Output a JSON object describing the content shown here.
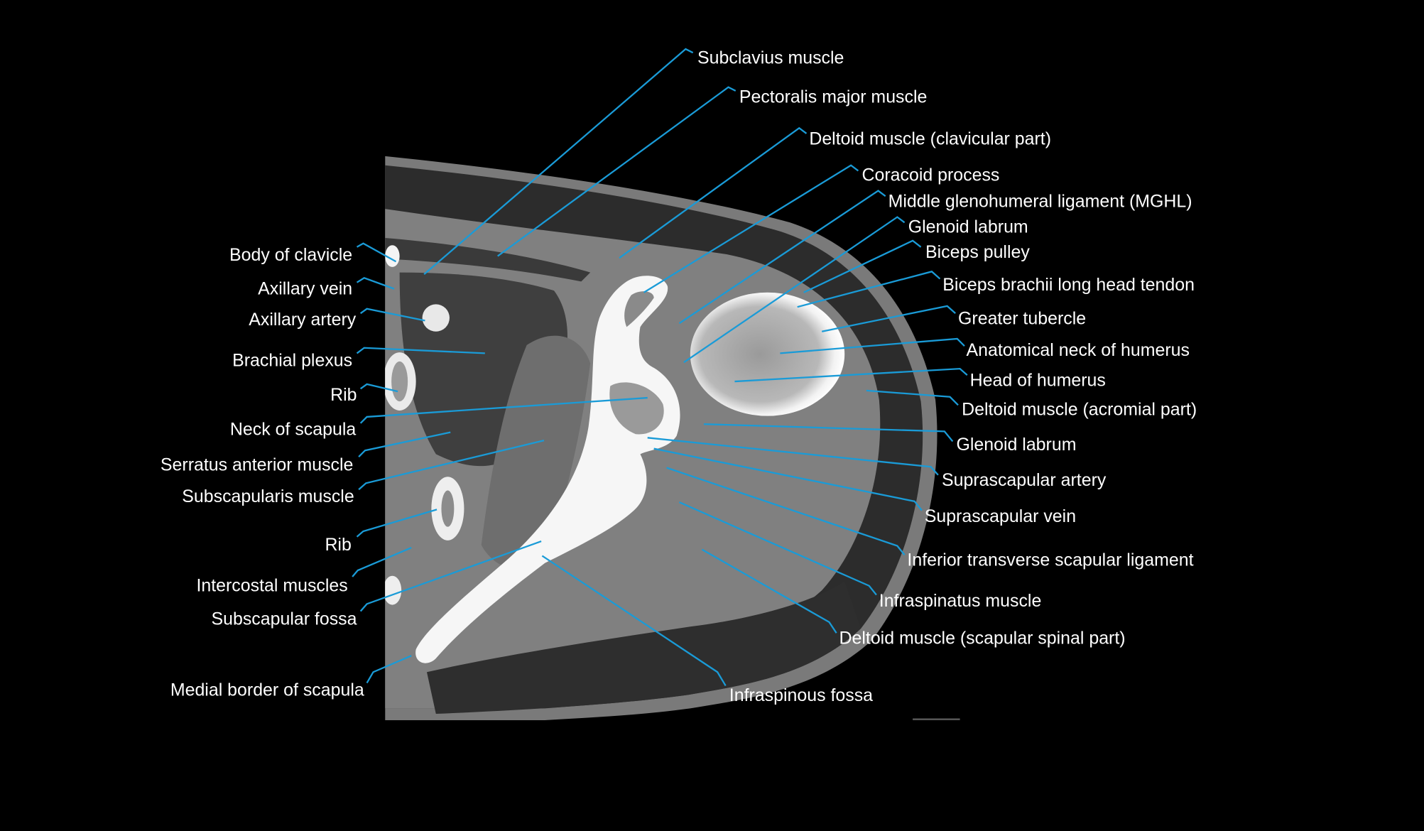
{
  "figure": {
    "title": "Axial CT of the shoulder – labeled anatomy",
    "background": "#000000",
    "leader_color": "#1a9bd7",
    "label_color": "#ffffff"
  },
  "labels_left": [
    {
      "id": "body-of-clavicle",
      "text": "Body of clavicle"
    },
    {
      "id": "axillary-vein",
      "text": "Axillary vein"
    },
    {
      "id": "axillary-artery",
      "text": "Axillary artery"
    },
    {
      "id": "brachial-plexus",
      "text": "Brachial plexus"
    },
    {
      "id": "rib-upper",
      "text": "Rib"
    },
    {
      "id": "neck-of-scapula",
      "text": "Neck of scapula"
    },
    {
      "id": "serratus-anterior-muscle",
      "text": "Serratus anterior muscle"
    },
    {
      "id": "subscapularis-muscle",
      "text": "Subscapularis muscle"
    },
    {
      "id": "rib-lower",
      "text": "Rib"
    },
    {
      "id": "intercostal-muscles",
      "text": "Intercostal muscles"
    },
    {
      "id": "subscapular-fossa",
      "text": "Subscapular fossa"
    },
    {
      "id": "medial-border-of-scapula",
      "text": "Medial border of scapula"
    }
  ],
  "labels_right": [
    {
      "id": "subclavius-muscle",
      "text": "Subclavius muscle"
    },
    {
      "id": "pectoralis-major-muscle",
      "text": "Pectoralis major muscle"
    },
    {
      "id": "deltoid-clavicular",
      "text": "Deltoid muscle (clavicular part)"
    },
    {
      "id": "coracoid-process",
      "text": "Coracoid process"
    },
    {
      "id": "mghl",
      "text": "Middle glenohumeral ligament (MGHL)"
    },
    {
      "id": "glenoid-labrum-upper",
      "text": "Glenoid labrum"
    },
    {
      "id": "biceps-pulley",
      "text": "Biceps pulley"
    },
    {
      "id": "biceps-long-head-tendon",
      "text": "Biceps brachii long head tendon"
    },
    {
      "id": "greater-tubercle",
      "text": "Greater tubercle"
    },
    {
      "id": "anatomical-neck-of-humerus",
      "text": "Anatomical neck of humerus"
    },
    {
      "id": "head-of-humerus",
      "text": "Head of humerus"
    },
    {
      "id": "deltoid-acromial",
      "text": "Deltoid muscle (acromial part)"
    },
    {
      "id": "glenoid-labrum-lower",
      "text": "Glenoid labrum"
    },
    {
      "id": "suprascapular-artery",
      "text": "Suprascapular artery"
    },
    {
      "id": "suprascapular-vein",
      "text": "Suprascapular vein"
    },
    {
      "id": "inferior-transverse-scapular-ligament",
      "text": "Inferior transverse scapular ligament"
    },
    {
      "id": "infraspinatus-muscle",
      "text": "Infraspinatus muscle"
    },
    {
      "id": "deltoid-scapular-spinal",
      "text": "Deltoid muscle (scapular spinal part)"
    },
    {
      "id": "infraspinous-fossa",
      "text": "Infraspinous fossa"
    }
  ]
}
